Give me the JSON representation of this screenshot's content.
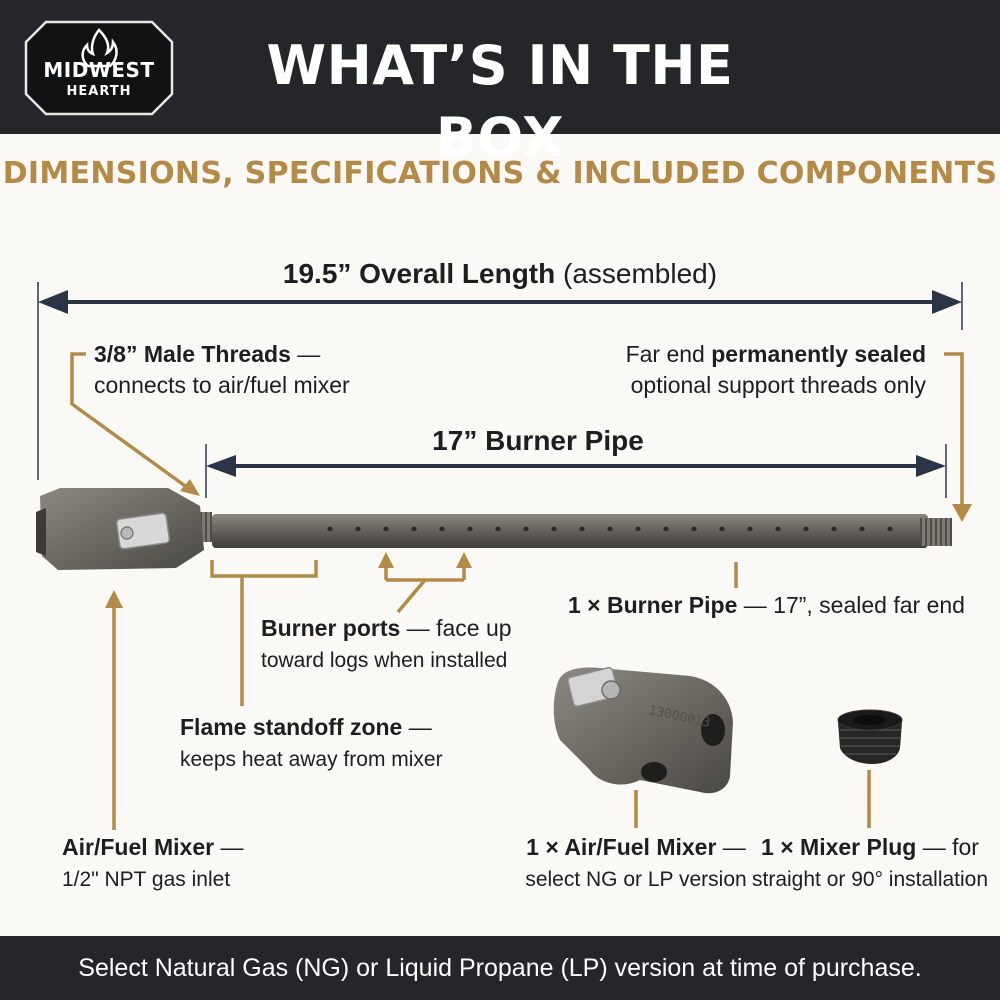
{
  "header": {
    "logo_text": "MIDWEST",
    "logo_sub": "HEARTH",
    "title": "WHAT’S IN THE BOX"
  },
  "subtitle": "DIMENSIONS, SPECIFICATIONS & INCLUDED COMPONENTS",
  "dimensions": {
    "overall_value": "19.5” Overall Length",
    "overall_note": "(assembled)",
    "pipe_value": "17” Burner Pipe"
  },
  "callouts": {
    "threads_title": "3/8” Male Threads",
    "threads_dash": " —",
    "threads_desc": "connects to air/fuel mixer",
    "far_end_prefix": "Far end ",
    "far_end_bold": "permanently sealed",
    "far_end_desc": "optional support threads only",
    "ports_title": "Burner ports",
    "ports_desc1": " — face up",
    "ports_desc2": "toward logs when installed",
    "standoff_title": "Flame standoff zone",
    "standoff_dash": " —",
    "standoff_desc": "keeps heat away from mixer",
    "mixer_title": "Air/Fuel Mixer",
    "mixer_dash": " —",
    "mixer_desc": "1/2\" NPT gas inlet"
  },
  "components": {
    "pipe_title": "1 × Burner Pipe",
    "pipe_desc": " — 17”, sealed far end",
    "mixer_title": "1 × Air/Fuel Mixer",
    "mixer_dash": " —",
    "mixer_desc": "select NG or LP version",
    "plug_title": "1 × Mixer Plug",
    "plug_dash": " — for",
    "plug_desc": "straight or 90° installation",
    "mixer_stamp": "13000013"
  },
  "footer": "Select Natural Gas (NG) or Liquid Propane (LP) version at time of purchase.",
  "colors": {
    "header_bg": "#24262a",
    "accent_gold": "#b38a48",
    "dimension_navy": "#2b3446",
    "background": "#faf9f5"
  }
}
